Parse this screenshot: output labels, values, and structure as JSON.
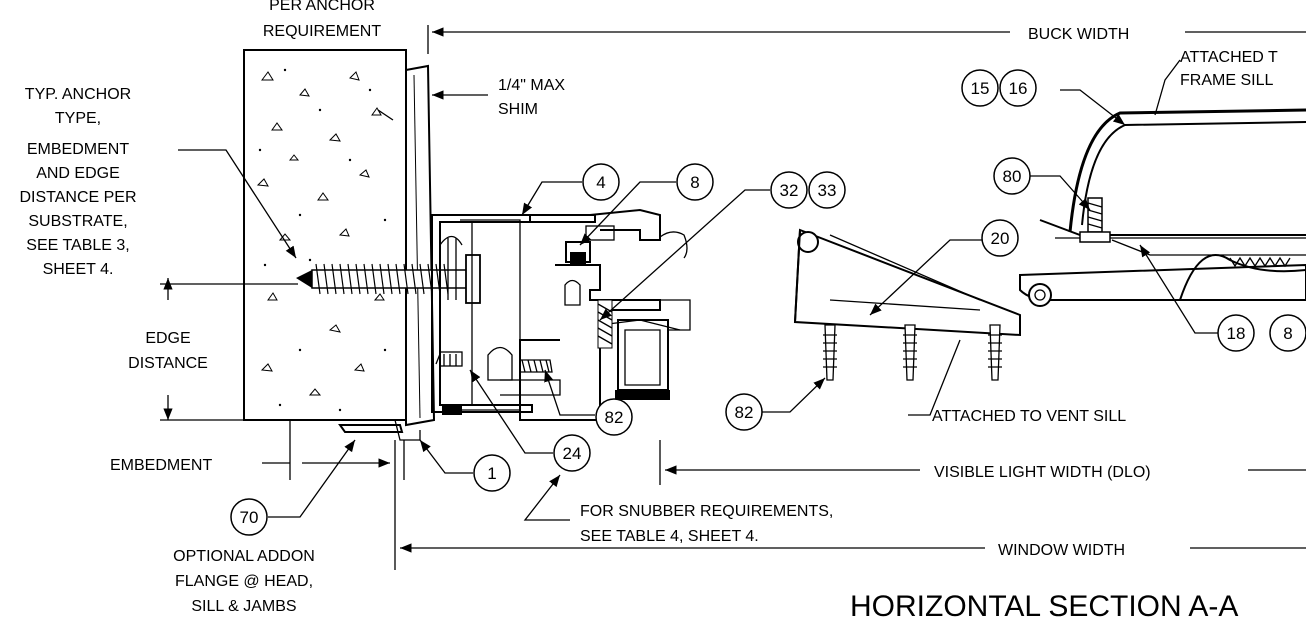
{
  "labels": {
    "anchor_req_1": "PER ANCHOR",
    "anchor_req_2": "REQUIREMENT",
    "buck_width": "BUCK WIDTH",
    "attached_frame_1": "ATTACHED T",
    "attached_frame_2": "FRAME SILL",
    "shim_1": "1/4\" MAX",
    "shim_2": "SHIM",
    "anchor_note": [
      "TYP. ANCHOR",
      "TYPE,",
      "EMBEDMENT",
      "AND EDGE",
      "DISTANCE PER",
      "SUBSTRATE,",
      "SEE TABLE 3,",
      "SHEET 4."
    ],
    "edge_distance_1": "EDGE",
    "edge_distance_2": "DISTANCE",
    "embedment": "EMBEDMENT",
    "attached_vent": "ATTACHED TO VENT SILL",
    "visible_light": "VISIBLE LIGHT WIDTH (DLO)",
    "snubber_1": "FOR SNUBBER REQUIREMENTS,",
    "snubber_2": "SEE TABLE 4, SHEET 4.",
    "window_width": "WINDOW WIDTH",
    "flange_1": "OPTIONAL ADDON",
    "flange_2": "FLANGE @ HEAD,",
    "flange_3": "SILL & JAMBS",
    "section_title": "HORIZONTAL SECTION A-A"
  },
  "callouts": {
    "c1": "1",
    "c4": "4",
    "c8": "8",
    "c15": "15",
    "c16": "16",
    "c18": "18",
    "c8b": "8",
    "c20": "20",
    "c24": "24",
    "c32": "32",
    "c33": "33",
    "c70": "70",
    "c80": "80",
    "c82a": "82",
    "c82b": "82"
  }
}
